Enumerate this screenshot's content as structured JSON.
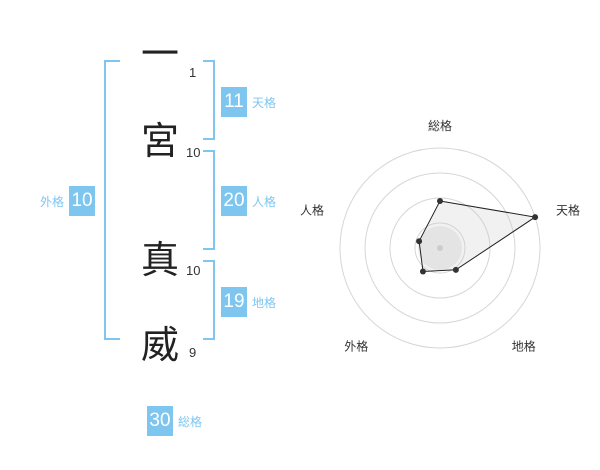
{
  "name_chars": [
    {
      "char": "一",
      "strokes": "1"
    },
    {
      "char": "宮",
      "strokes": "10"
    },
    {
      "char": "真",
      "strokes": "10"
    },
    {
      "char": "威",
      "strokes": "9"
    }
  ],
  "scores": {
    "tenkaku": {
      "value": "11",
      "label": "天格"
    },
    "jinkaku": {
      "value": "20",
      "label": "人格"
    },
    "chikaku": {
      "value": "19",
      "label": "地格"
    },
    "gaikaku": {
      "value": "10",
      "label": "外格"
    },
    "soukaku": {
      "value": "30",
      "label": "総格"
    }
  },
  "colors": {
    "accent": "#7ec6f0",
    "text": "#222222"
  },
  "chart_data": {
    "type": "radar",
    "axes": [
      "総格",
      "天格",
      "地格",
      "外格",
      "人格"
    ],
    "values": [
      0.47,
      1.0,
      0.27,
      0.29,
      0.22
    ],
    "rings": 4,
    "range": [
      0,
      1
    ]
  }
}
